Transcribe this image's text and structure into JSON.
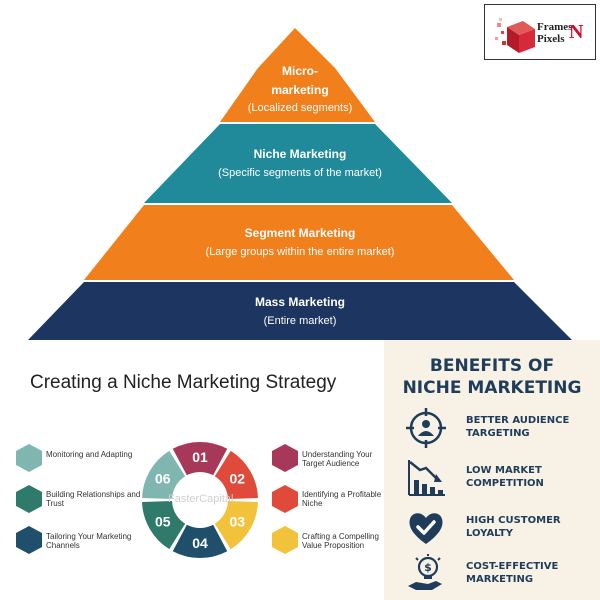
{
  "logo": {
    "line1": "Frames",
    "line2": "Pixels",
    "letter": "N"
  },
  "pyramid": {
    "tiers": [
      {
        "title": "Micro-\nmarketing",
        "sub": "(Localized segments)",
        "color": "#f07f1c"
      },
      {
        "title": "Niche Marketing",
        "sub": "(Specific segments of the market)",
        "color": "#218a9a"
      },
      {
        "title": "Segment Marketing",
        "sub": "(Large groups within the entire market)",
        "color": "#f07f1c"
      },
      {
        "title": "Mass Marketing",
        "sub": "(Entire market)",
        "color": "#1c3561"
      }
    ]
  },
  "strategy": {
    "title": "Creating a Niche Marketing Strategy",
    "watermark": "FasterCapital",
    "steps": [
      {
        "num": "01",
        "label": "Understanding Your Target Audience",
        "color": "#a8385a"
      },
      {
        "num": "02",
        "label": "Identifying a Profitable Niche",
        "color": "#e04a3a"
      },
      {
        "num": "03",
        "label": "Crafting a Compelling Value Proposition",
        "color": "#f2c23a"
      },
      {
        "num": "04",
        "label": "Tailoring Your Marketing Channels",
        "color": "#1f4f6b"
      },
      {
        "num": "05",
        "label": "Building Relationships and Trust",
        "color": "#2f7a6b"
      },
      {
        "num": "06",
        "label": "Monitoring and Adapting",
        "color": "#7fb6b0"
      }
    ]
  },
  "benefits": {
    "title_line1": "BENEFITS OF",
    "title_line2": "NICHE MARKETING",
    "items": [
      {
        "line1": "BETTER AUDIENCE",
        "line2": "TARGETING",
        "icon": "target-person-icon"
      },
      {
        "line1": "LOW MARKET",
        "line2": "COMPETITION",
        "icon": "declining-chart-icon"
      },
      {
        "line1": "HIGH CUSTOMER",
        "line2": "LOYALTY",
        "icon": "heart-check-icon"
      },
      {
        "line1": "COST-EFFECTIVE",
        "line2": "MARKETING",
        "icon": "lightbulb-dollar-icon"
      }
    ]
  }
}
